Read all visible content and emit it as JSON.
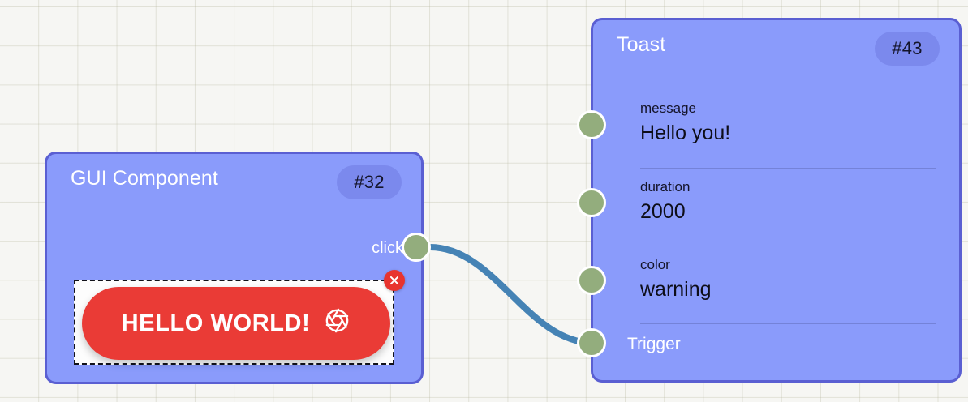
{
  "canvas": {
    "background_color": "#f6f6f3",
    "grid_color": "#b0b096",
    "grid_size": 48
  },
  "edge": {
    "color": "#4583b5",
    "width": 8,
    "from_port": "gui-click-output",
    "to_port": "toast-trigger-input"
  },
  "nodes": [
    {
      "id": "gui-component",
      "title": "GUI Component",
      "badge": "#32",
      "output_ports": [
        {
          "label": "click",
          "color": "#93ad7d"
        }
      ],
      "preview": {
        "button_label": "HELLO WORLD!",
        "button_color": "#ea3b36",
        "button_text_color": "#ffffff",
        "icon": "aperture-icon",
        "close_icon": "close-icon",
        "close_color": "#e8342f",
        "selected": true
      }
    },
    {
      "id": "toast",
      "title": "Toast",
      "badge": "#43",
      "fields": [
        {
          "label": "message",
          "value": "Hello you!"
        },
        {
          "label": "duration",
          "value": "2000"
        },
        {
          "label": "color",
          "value": "warning"
        }
      ],
      "trigger_label": "Trigger"
    }
  ],
  "theme": {
    "node_fill": "#8a9bfb",
    "node_border": "#5a5fd2",
    "badge_fill": "rgba(80,86,196,0.26)",
    "port_fill": "#93ad7d",
    "port_border": "#ffffff",
    "title_color": "#ffffff",
    "text_color": "#14142a"
  }
}
